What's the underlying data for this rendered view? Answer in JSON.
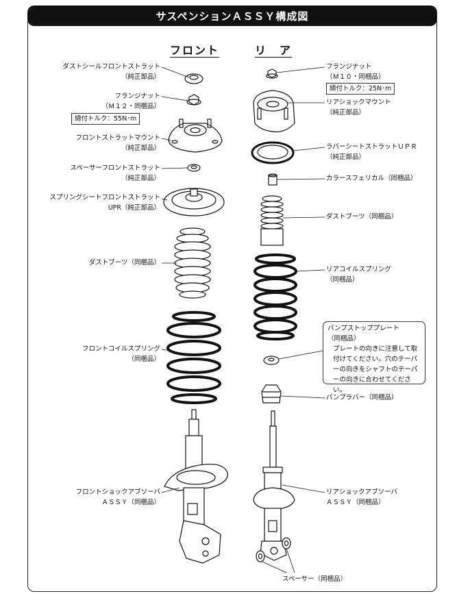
{
  "title": "サスペンションＡＳＳＹ構成図",
  "headers": {
    "front": "フロント",
    "rear": "リ　ア"
  },
  "front_labels": {
    "dust_seal": "ダストシールフロントストラット",
    "dust_seal_sub": "（純正部品）",
    "flange_nut": "フランジナット",
    "flange_nut_sub": "（Ｍ１２・同梱品）",
    "flange_nut_torque": "締付トルク：55N･m",
    "mount": "フロントストラットマウント",
    "mount_sub": "（純正部品）",
    "spacer": "スペーサーフロントストラット",
    "spacer_sub": "（純正部品）",
    "spring_seat": "スプリングシートフロントストラット",
    "spring_seat_sub": "UPR（純正部品）",
    "dust_boot": "ダストブーツ（同梱品）",
    "coil_spring": "フロントコイルスプリング",
    "coil_spring_sub": "（同梱品）",
    "shock": "フロントショックアブソーバ",
    "shock_sub": "ＡＳＳＹ（同梱品）"
  },
  "rear_labels": {
    "flange_nut": "フランジナット",
    "flange_nut_sub": "（Ｍ１０・同梱品）",
    "flange_nut_torque": "締付トルク：25N･m",
    "mount": "リアショックマウント",
    "mount_sub": "（純正部品）",
    "rubber_seat": "ラバーシートストラットＵＰＲ",
    "rubber_seat_sub": "（純正部品）",
    "collar": "カラースフェリカル（同梱品）",
    "dust_boot": "ダストブーツ（同梱品）",
    "coil_spring": "リアコイルスプリング",
    "coil_spring_sub": "（同梱品）",
    "bump_plate_title": "バンプストッププレート",
    "bump_plate_sub": "（同梱品）",
    "bump_plate_note": "プレートの向きに注意して取付けてください。穴のテーパーの向きをシャフトのテーパーの向きに合わせてください。",
    "bump_rubber": "バンプラバー（同梱品）",
    "shock": "リアショックアブソーバ",
    "shock_sub": "ＡＳＳＹ（同梱品）",
    "spacer": "スペーサー（同梱品）"
  }
}
